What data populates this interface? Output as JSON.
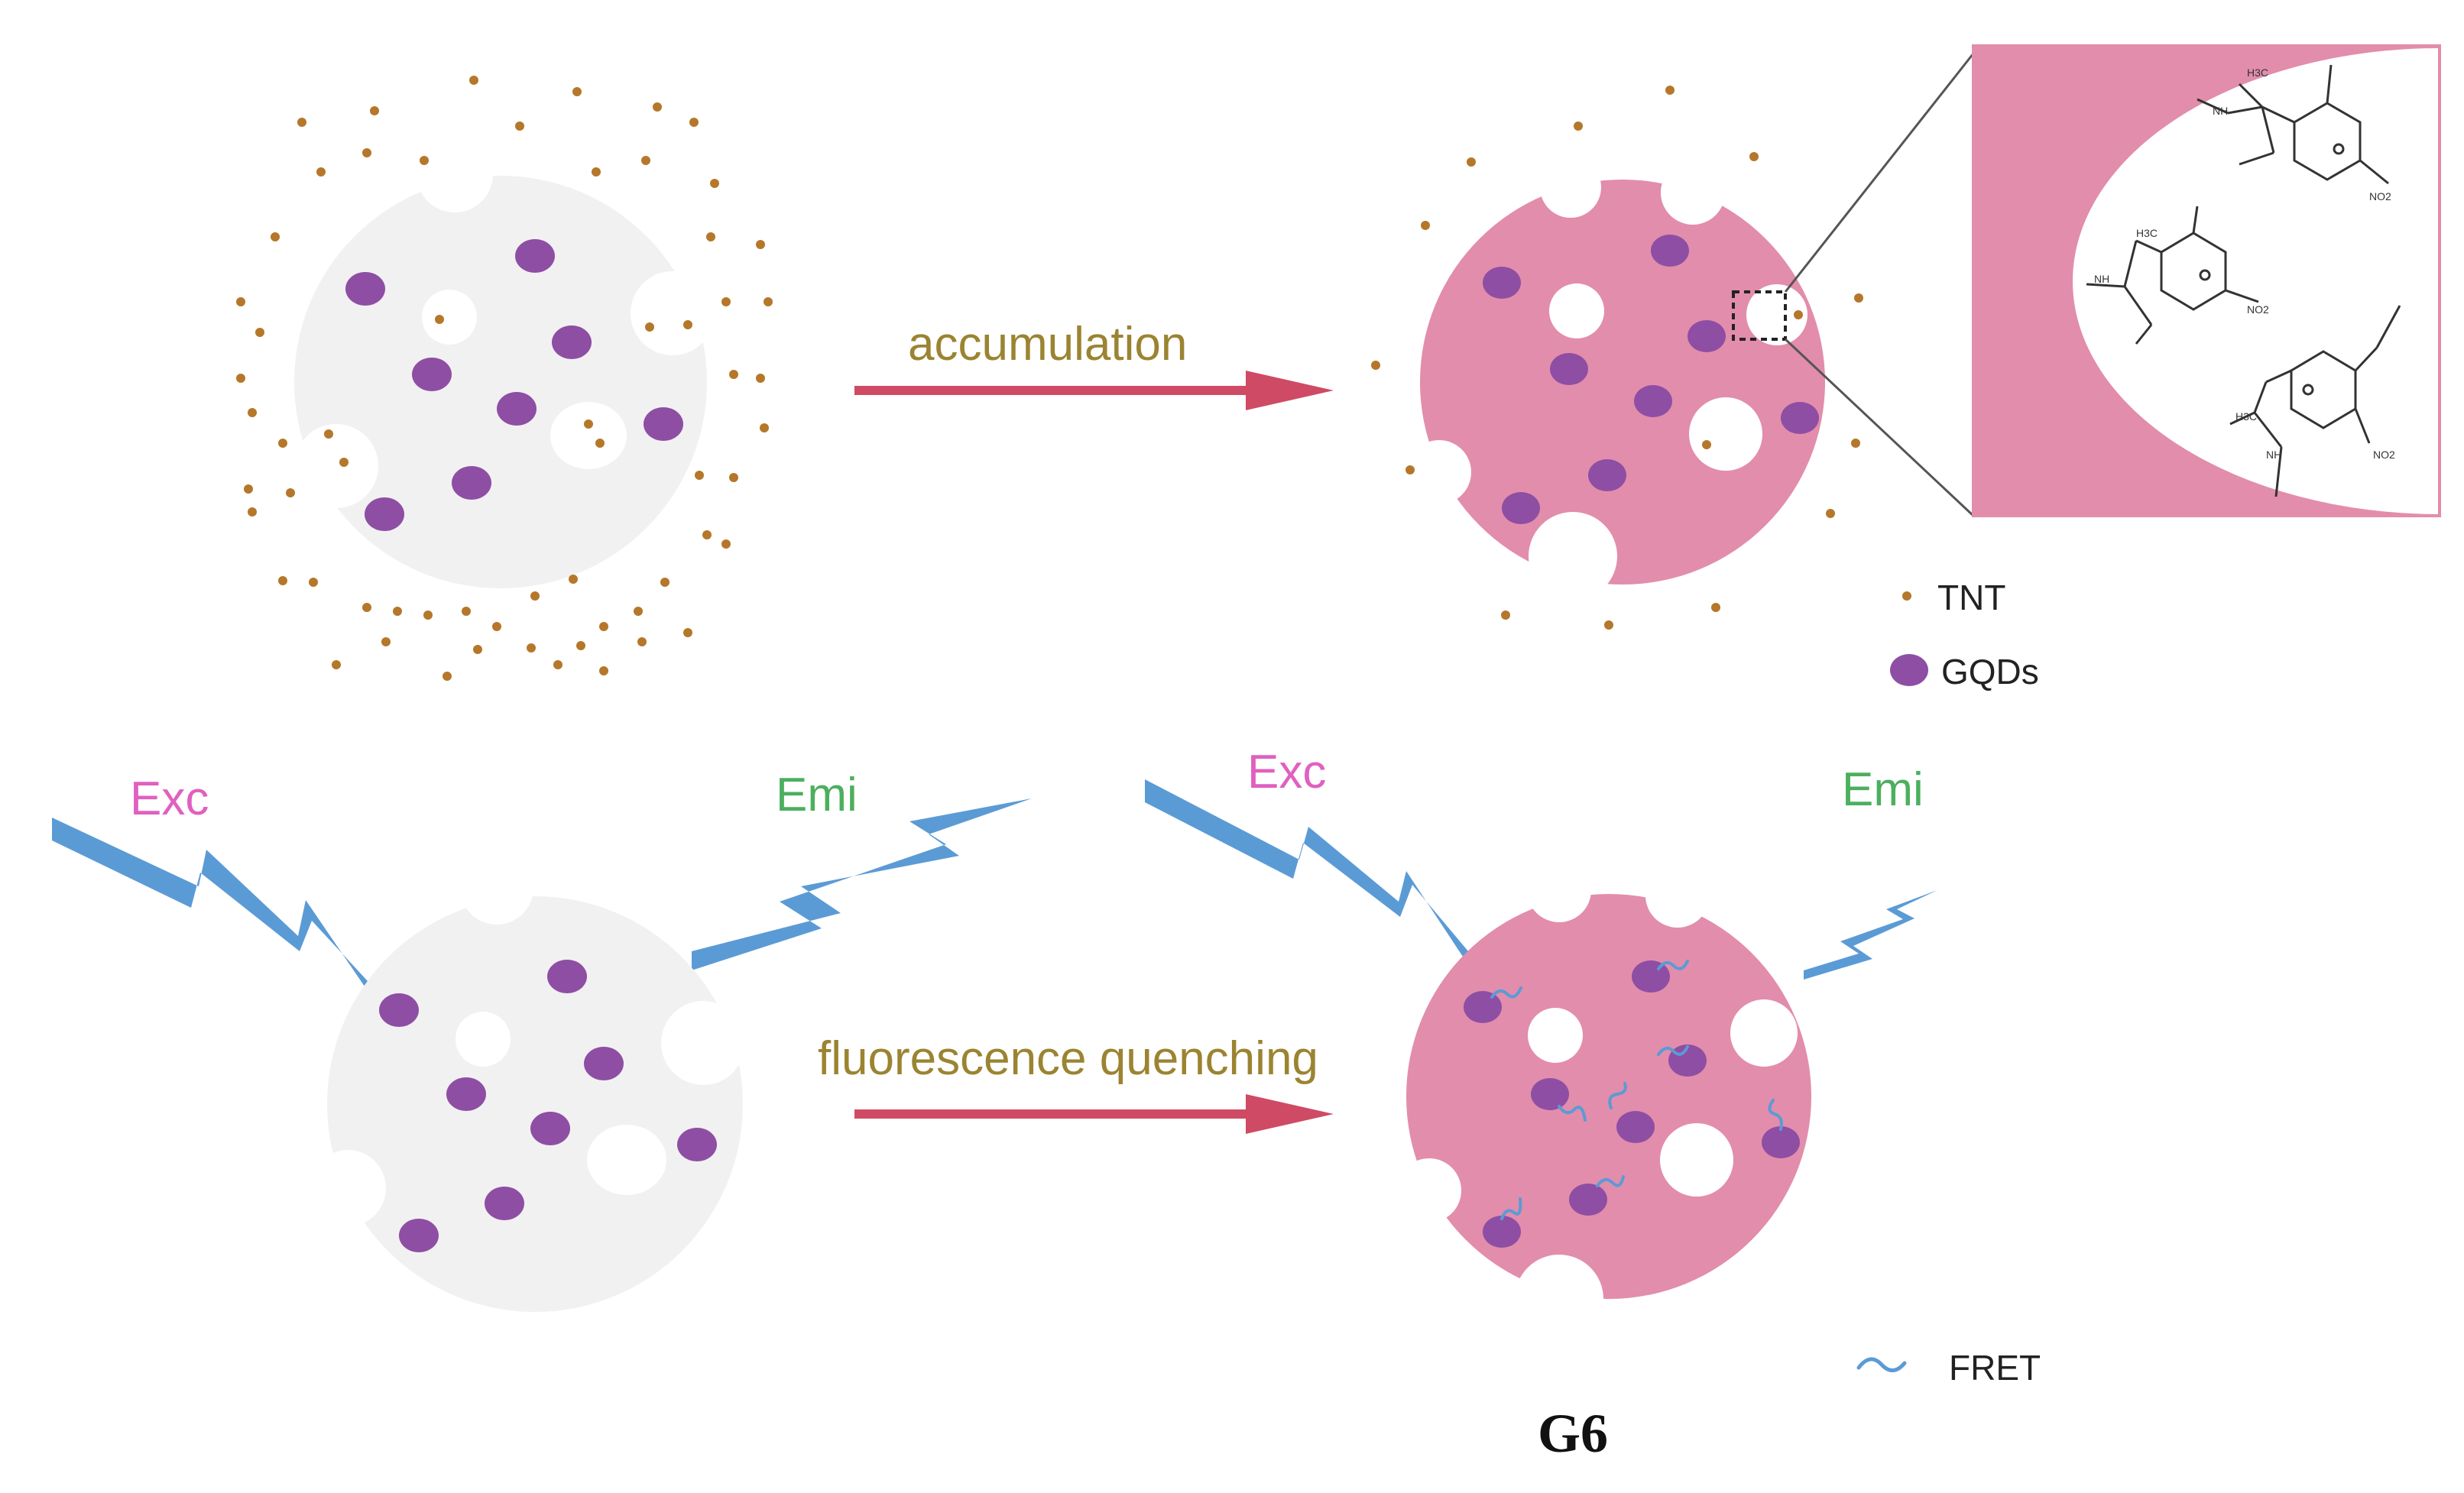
{
  "labels": {
    "accumulation": "accumulation",
    "quenching": "fluorescence quenching",
    "exc_left": "Exc",
    "emi_left": "Emi",
    "exc_right": "Exc",
    "emi_right": "Emi",
    "figure": "G6"
  },
  "legend": {
    "tnt": "TNT",
    "gqds": "GQDs",
    "fret": "FRET"
  },
  "inset": {
    "methyl": "H3C",
    "amine": "NH",
    "nitro": "NO2"
  },
  "colors": {
    "particle_gray": "#f1f1f1",
    "particle_pink": "#e28dab",
    "gqd": "#8e4ea4",
    "tnt_dot": "#b5772a",
    "arrow": "#cf4a64",
    "light_ray": "#5b9bd5",
    "exc_text": "#e060c0",
    "emi_text": "#4caf5f",
    "arrow_text": "#9b8431"
  }
}
